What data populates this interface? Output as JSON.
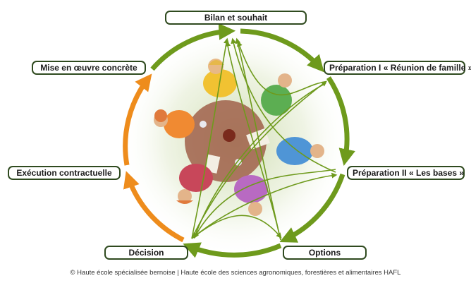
{
  "stages": {
    "bilan": "Bilan et souhait",
    "preparation1": "Préparation I « Réunion de famille »",
    "preparation2": "Préparation II « Les bases »",
    "options": "Options",
    "decision": "Décision",
    "execution": "Exécution contractuelle",
    "mise_en_oeuvre": "Mise en œuvre concrète"
  },
  "footer": {
    "copyright": "© Haute école spécialisée bernoise | Haute école des sciences agronomiques, forestières et alimentaires HAFL"
  },
  "colors": {
    "green_arrow": "#6e9a1c",
    "orange_arrow": "#ee8c1c",
    "box_border": "#2f4a1f",
    "table": "#a0604a"
  }
}
